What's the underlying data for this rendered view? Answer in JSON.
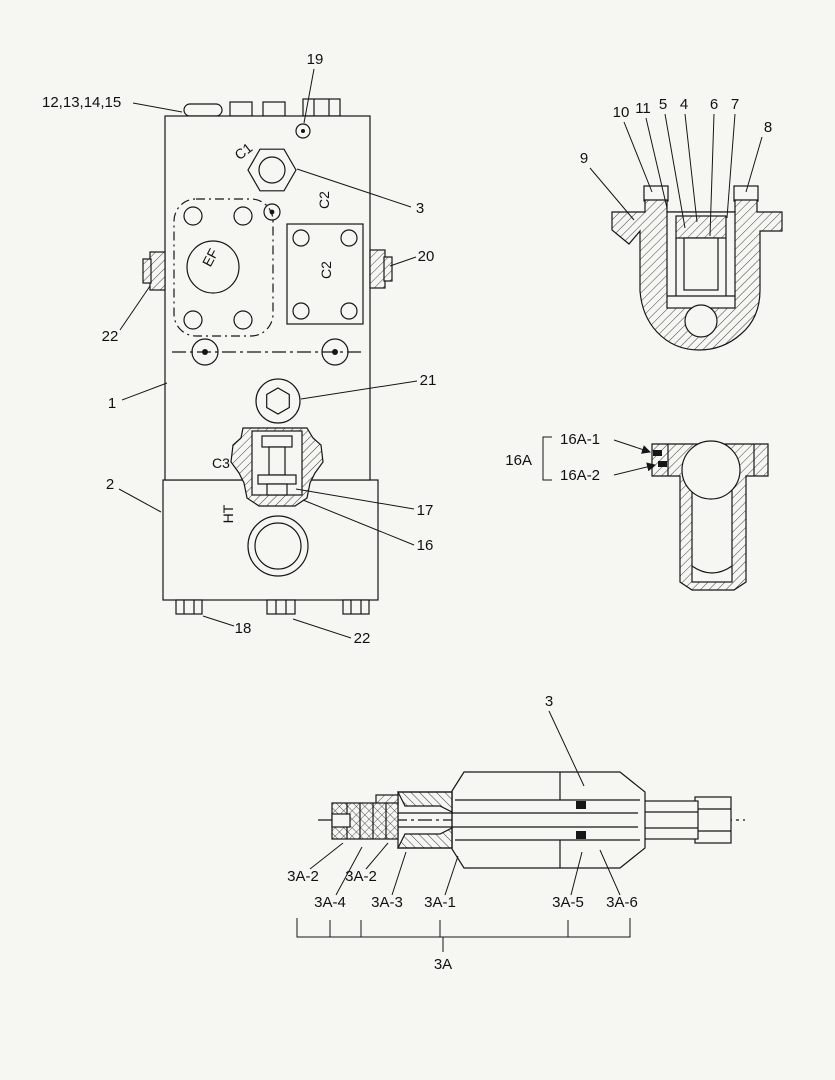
{
  "page": {
    "bg": "#f6f6f2",
    "ink": "#161616"
  },
  "main_view": {
    "ports": {
      "c1": "C1",
      "c2_top": "C2",
      "c2_plate": "C2",
      "ef": "EF",
      "c3": "C3",
      "ht": "HT"
    },
    "callouts": {
      "bolts": "12,13,14,15",
      "n19": "19",
      "n3": "3",
      "n20": "20",
      "n22_left": "22",
      "n1": "1",
      "n21": "21",
      "n17": "17",
      "n16": "16",
      "n2": "2",
      "n18": "18",
      "n22_bottom": "22"
    }
  },
  "section_view": {
    "callouts": {
      "n9": "9",
      "n10": "10",
      "n11": "11",
      "n5": "5",
      "n4": "4",
      "n6": "6",
      "n7": "7",
      "n8": "8"
    }
  },
  "clamp_view": {
    "group_label": "16A",
    "n16a1": "16A-1",
    "n16a2": "16A-2"
  },
  "cartridge_view": {
    "n3": "3",
    "n3a2_a": "3A-2",
    "n3a2_b": "3A-2",
    "n3a4": "3A-4",
    "n3a3": "3A-3",
    "n3a1": "3A-1",
    "n3a5": "3A-5",
    "n3a6": "3A-6",
    "group_label": "3A"
  }
}
